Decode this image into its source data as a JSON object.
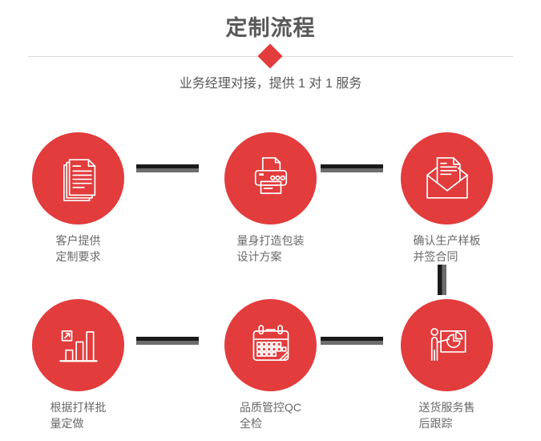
{
  "header": {
    "title": "定制流程",
    "subtitle": "业务经理对接，提供 1 对 1 服务"
  },
  "colors": {
    "circle_red": "#e23c3c",
    "diamond_red": "#e23c3c",
    "title_text": "#595757",
    "subtitle_text": "#595757",
    "label_text": "#696969",
    "connector_dark": "#1a1a1a",
    "connector_light": "#6d6d6d",
    "divider_line": "#d9d9d9",
    "icon_stroke": "#ffffff"
  },
  "steps": [
    {
      "id": 1,
      "icon": "documents-icon",
      "label_line1": "客户提供",
      "label_line2": "定制要求"
    },
    {
      "id": 2,
      "icon": "printer-icon",
      "label_line1": "量身打造包装",
      "label_line2": "设计方案"
    },
    {
      "id": 3,
      "icon": "envelope-icon",
      "label_line1": "确认生产样板",
      "label_line2": "并签合同"
    },
    {
      "id": 4,
      "icon": "bar-chart-icon",
      "label_line1": "根据打样批",
      "label_line2": "量定做"
    },
    {
      "id": 5,
      "icon": "calendar-icon",
      "label_line1": "品质管控QC",
      "label_line2": "全检"
    },
    {
      "id": 6,
      "icon": "presenter-icon",
      "label_line1": "送货服务售",
      "label_line2": "后跟踪"
    }
  ]
}
